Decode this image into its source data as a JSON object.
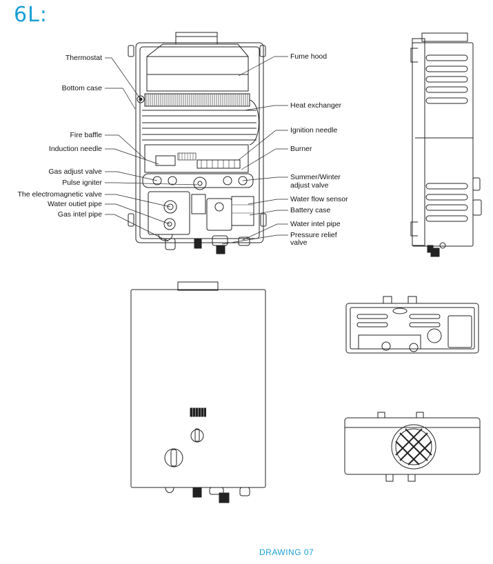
{
  "title": "6L:",
  "footer": "DRAWING 07",
  "accent_color": "#1a9fd6",
  "labels_left": [
    "Thermostat",
    "Bottom case",
    "Fire baffle",
    "Induction needle",
    "Gas adjust valve",
    "Pulse igniter",
    "The electromagnetic valve",
    "Water outiet pipe",
    "Gas intel pipe"
  ],
  "labels_right": [
    "Fume hood",
    "Heat exchanger",
    "Ignition needle",
    "Burner",
    "Summer/Winter",
    "adjust valve",
    "Water flow sensor",
    "Battery case",
    "Water intel pipe",
    "Pressure relief",
    "valve"
  ]
}
